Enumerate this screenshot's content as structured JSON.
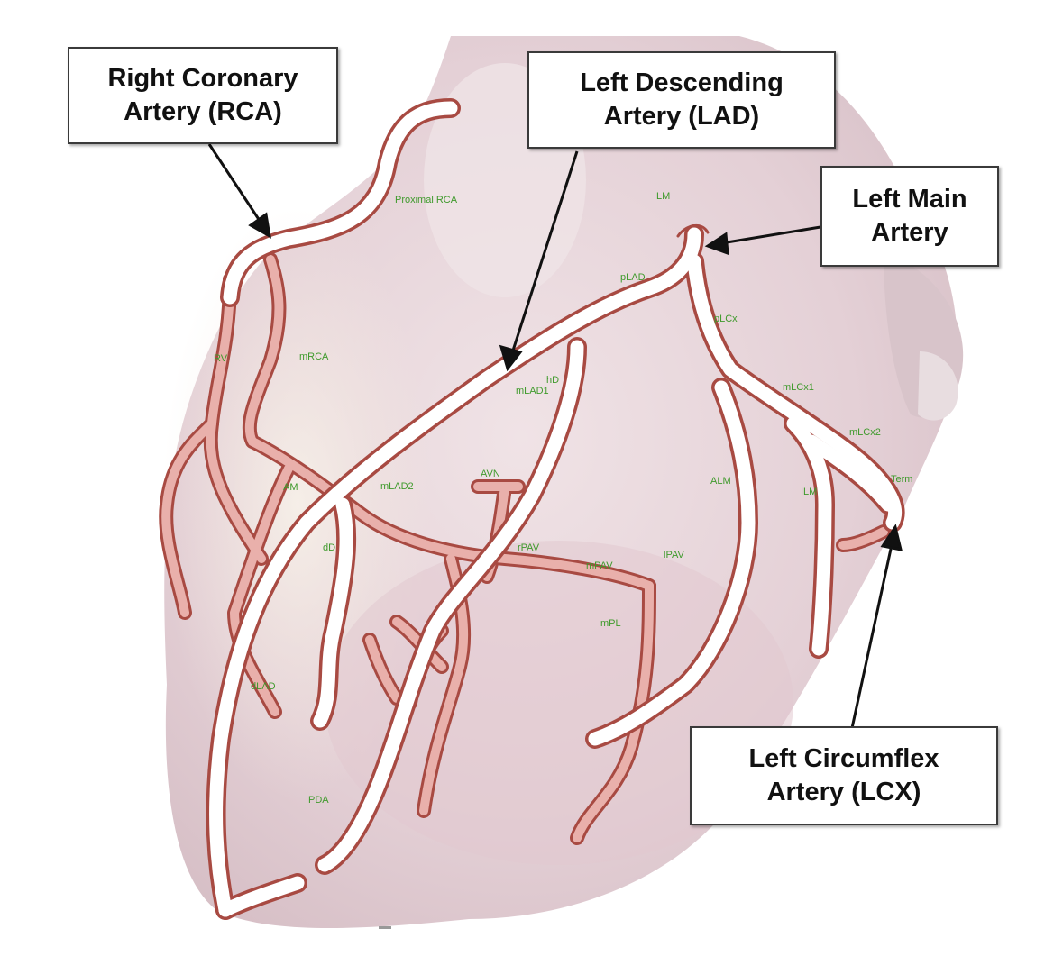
{
  "callouts": {
    "rca": {
      "line1": "Right Coronary",
      "line2": "Artery (RCA)"
    },
    "lad": {
      "line1": "Left Descending",
      "line2": "Artery (LAD)"
    },
    "lm": {
      "line1": "Left Main",
      "line2": "Artery"
    },
    "lcx": {
      "line1": "Left Circumflex",
      "line2": "Artery (LCX)"
    }
  },
  "segment_labels": {
    "proximal_rca": "Proximal RCA",
    "lm": "LM",
    "plad": "pLAD",
    "plcx": "pLCx",
    "rv": "RV",
    "mrca": "mRCA",
    "dd_top": "hD",
    "mlad1": "mLAD1",
    "mlcx1": "mLCx1",
    "mlcx2": "mLCx2",
    "am": "AM",
    "mlad2": "mLAD2",
    "avn": "AVN",
    "alm": "ALM",
    "ilm": "ILM",
    "term": "Term",
    "dd": "dD",
    "rpav": "rPAV",
    "mpav": "mPAV",
    "lpav": "lPAV",
    "mpl": "mPL",
    "dlad": "dLAD",
    "pda": "PDA"
  },
  "colors": {
    "vessel_outline": "#a84a42",
    "vessel_fill_lad": "#ffffff",
    "vessel_fill_rca": "#e9b0ab",
    "heart_base": "#e6d6da",
    "heart_shade": "#d9c3c9",
    "label_green": "#3f9a2c"
  }
}
